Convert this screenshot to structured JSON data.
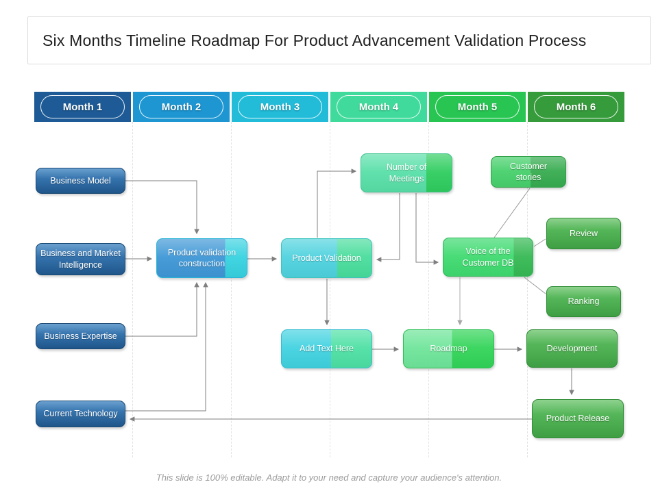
{
  "slide": {
    "title": "Six Months Timeline Roadmap For Product Advancement Validation Process",
    "footer": "This slide is 100% editable. Adapt it to your need and capture your audience's attention."
  },
  "timeline": {
    "months": [
      {
        "label": "Month 1",
        "color": "#1E5B96"
      },
      {
        "label": "Month 2",
        "color": "#1E96D2"
      },
      {
        "label": "Month 3",
        "color": "#22BCD9"
      },
      {
        "label": "Month 4",
        "color": "#40DB9C"
      },
      {
        "label": "Month 5",
        "color": "#29C553"
      },
      {
        "label": "Month 6",
        "color": "#369B3B"
      }
    ]
  },
  "diagram": {
    "nodes": {
      "business_model": {
        "label": "Business Model"
      },
      "business_market_intelligence": {
        "label": "Business and Market Intelligence"
      },
      "business_expertise": {
        "label": "Business Expertise"
      },
      "current_technology": {
        "label": "Current Technology"
      },
      "product_validation_construction": {
        "label": "Product validation construction"
      },
      "product_validation": {
        "label": "Product Validation"
      },
      "number_of_meetings": {
        "label": "Number of Meetings"
      },
      "customer_stories": {
        "label": "Customer stories"
      },
      "voice_customer_db": {
        "label": "Voice of the Customer DB"
      },
      "review": {
        "label": "Review"
      },
      "ranking": {
        "label": "Ranking"
      },
      "add_text_here": {
        "label": "Add Text Here"
      },
      "roadmap": {
        "label": "Roadmap"
      },
      "development": {
        "label": "Development"
      },
      "product_release": {
        "label": "Product Release"
      }
    },
    "edges": [
      {
        "from": "Business Model",
        "to": "Product validation construction"
      },
      {
        "from": "Business and Market Intelligence",
        "to": "Product validation construction"
      },
      {
        "from": "Business Expertise",
        "to": "Product validation construction"
      },
      {
        "from": "Current Technology",
        "to": "Product validation construction"
      },
      {
        "from": "Product validation construction",
        "to": "Product Validation"
      },
      {
        "from": "Product Validation",
        "to": "Number of Meetings"
      },
      {
        "from": "Number of Meetings",
        "to": "Product Validation"
      },
      {
        "from": "Number of Meetings",
        "to": "Voice of the Customer DB"
      },
      {
        "from": "Customer stories",
        "to": "Voice of the Customer DB"
      },
      {
        "from": "Voice of the Customer DB",
        "to": "Review"
      },
      {
        "from": "Voice of the Customer DB",
        "to": "Ranking"
      },
      {
        "from": "Voice of the Customer DB",
        "to": "Roadmap"
      },
      {
        "from": "Product Validation",
        "to": "Add Text Here"
      },
      {
        "from": "Add Text Here",
        "to": "Roadmap"
      },
      {
        "from": "Roadmap",
        "to": "Development"
      },
      {
        "from": "Development",
        "to": "Product Release"
      },
      {
        "from": "Product Release",
        "to": "Current Technology"
      }
    ],
    "palette": {
      "input_boxes": "#2A6AA5",
      "process_blue": "#3E97D6",
      "process_cyan": "#4ED2DE",
      "process_mint": "#58DFA8",
      "process_green": "#3FDA70",
      "output_green": "#4CAF50",
      "connector_gray": "#7F7F7F"
    }
  }
}
